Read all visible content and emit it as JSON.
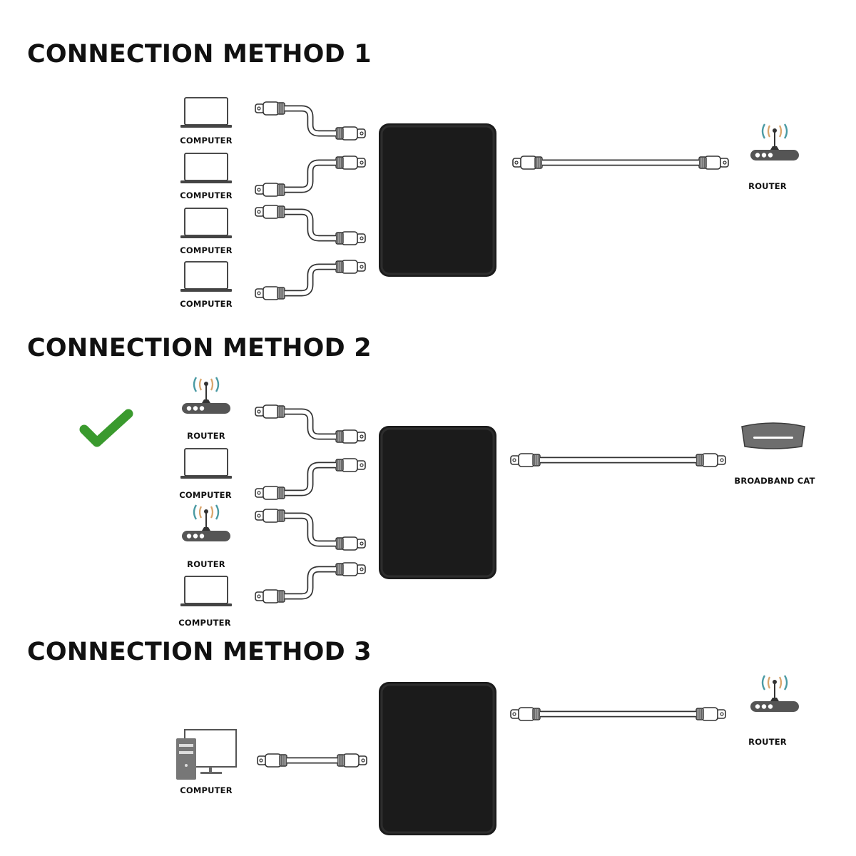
{
  "sections": [
    {
      "title": "CONNECTION METHOD 1",
      "left_devices": [
        {
          "type": "laptop",
          "label": "COMPUTER"
        },
        {
          "type": "laptop",
          "label": "COMPUTER"
        },
        {
          "type": "laptop",
          "label": "COMPUTER"
        },
        {
          "type": "laptop",
          "label": "COMPUTER"
        }
      ],
      "right_device": {
        "type": "router",
        "label": "ROUTER"
      },
      "checkmark": false
    },
    {
      "title": "CONNECTION METHOD 2",
      "left_devices": [
        {
          "type": "router",
          "label": "ROUTER"
        },
        {
          "type": "laptop",
          "label": "COMPUTER"
        },
        {
          "type": "router",
          "label": "ROUTER"
        },
        {
          "type": "laptop",
          "label": "COMPUTER"
        }
      ],
      "right_device": {
        "type": "modem",
        "label": "BROADBAND CAT"
      },
      "checkmark": true
    },
    {
      "title": "CONNECTION METHOD 3",
      "left_devices": [
        {
          "type": "desktop",
          "label": "COMPUTER"
        }
      ],
      "right_device": {
        "type": "router",
        "label": "ROUTER"
      },
      "checkmark": false
    }
  ],
  "colors": {
    "switch_box": "#1b1b1b",
    "checkmark": "#3a9a2e",
    "wifi_inner": "#d9a56b",
    "wifi_outer": "#4a9aa3",
    "device_gray": "#555555",
    "modem_gray": "#6e6e6e"
  }
}
